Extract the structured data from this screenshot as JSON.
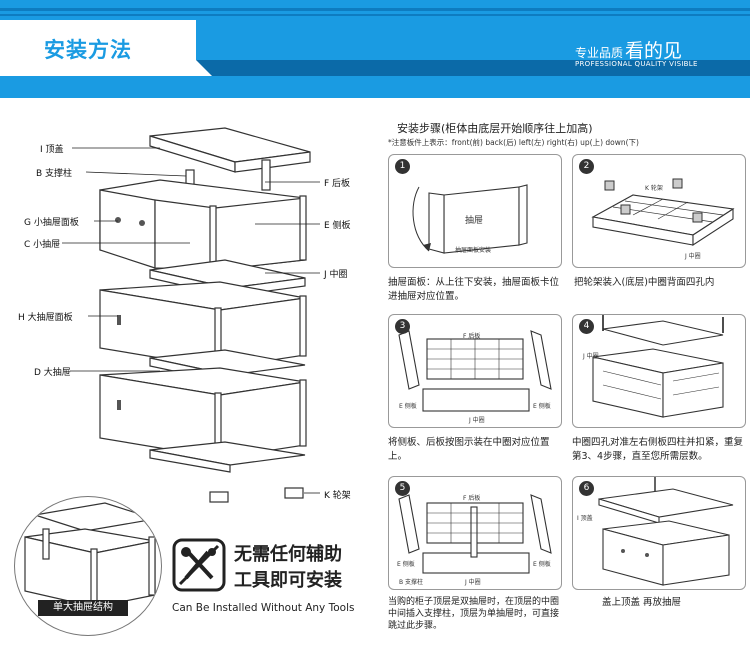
{
  "banner": {
    "title": "安装方法",
    "quality_small": "专业品质",
    "quality_big": "看的见",
    "quality_en": "PROFESSIONAL QUALITY VISIBLE"
  },
  "parts": {
    "i": "I 顶盖",
    "b": "B 支撑柱",
    "f": "F 后板",
    "g": "G 小抽屉面板",
    "e": "E 侧板",
    "c": "C 小抽屉",
    "j": "J 中圈",
    "h": "H 大抽屉面板",
    "d": "D 大抽屉",
    "k": "K 轮架"
  },
  "zoom_caption": "单大抽屉结构",
  "tools": {
    "line1": "无需任何辅助",
    "line2": "工具即可安装",
    "en": "Can Be Installed Without Any Tools"
  },
  "instructions": {
    "title": "安装步骤(柜体由底层开始顺序往上加高)",
    "note": "*注意板件上表示：front(前)  back(后)  left(左)  right(右)  up(上)  down(下)"
  },
  "steps": [
    {
      "num": "1",
      "desc": "抽屉面板：从上往下安装，抽屉面板卡位进抽屉对应位置。",
      "labels": [
        "抽屉",
        "抽屉面板安装"
      ]
    },
    {
      "num": "2",
      "desc": "把轮架装入(底层)中圈背面四孔内",
      "labels": [
        "K 轮架",
        "J 中圈"
      ]
    },
    {
      "num": "3",
      "desc": "将侧板、后板按图示装在中圈对应位置上。",
      "labels": [
        "F 后板",
        "E 侧板",
        "E 侧板",
        "J 中圈"
      ]
    },
    {
      "num": "4",
      "desc": "中圈四孔对准左右侧板四柱并扣紧，重复第3、4步骤，直至您所需层数。",
      "labels": [
        "J 中圈"
      ]
    },
    {
      "num": "5",
      "desc": "当购的柜子顶层是双抽屉时，在顶层的中圈中间插入支撑柱，顶层为单抽屉时，可直接跳过此步骤。",
      "labels": [
        "F 后板",
        "E 侧板",
        "E 侧板",
        "B 支撑柱",
        "J 中圈"
      ]
    },
    {
      "num": "6",
      "desc": "盖上顶盖    再放抽屉",
      "labels": [
        "I 顶盖"
      ]
    }
  ]
}
